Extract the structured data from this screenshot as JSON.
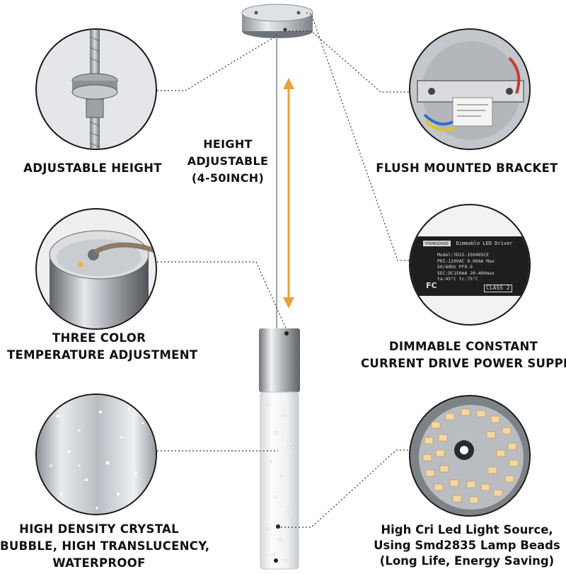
{
  "callouts": {
    "adjustable_height": "ADJUSTABLE HEIGHT",
    "flush_mounted_bracket": "FLUSH MOUNTED BRACKET",
    "three_color_line1": "THREE COLOR",
    "three_color_line2": "TEMPERATURE ADJUSTMENT",
    "dimmable_line1": "DIMMABLE CONSTANT",
    "dimmable_line2": "CURRENT DRIVE POWER SUPPLY",
    "crystal_line1": "HIGH DENSITY CRYSTAL",
    "crystal_line2": "BUBBLE, HIGH TRANSLUCENCY,",
    "crystal_line3": "WATERPROOF",
    "led_line1": "High Cri Led Light Source,",
    "led_line2": "Using Smd2835 Lamp Beads",
    "led_line3": "(Long Life, Energy Saving)"
  },
  "height_label": {
    "line1": "HEIGHT",
    "line2": "ADJUSTABLE",
    "line3": "(4-50INCH)"
  },
  "driver_label": {
    "brand": "YHONGDOOE",
    "title": "Dimmable LED Driver",
    "model": "Model:YD15-15040SCE",
    "input": "PRI:120VAC 0.068A Max",
    "freq": "50/60Hz PF0.9",
    "output": "SEC:DC150mA 20-40Vmax",
    "temp": "ta:45°C   tc:75°C",
    "fc": "FC",
    "class": "CLASS 2"
  },
  "colors": {
    "accent_arrow": "#e8a33c",
    "outline": "#1a1a1a",
    "led_warm": "#f3d7a8"
  }
}
